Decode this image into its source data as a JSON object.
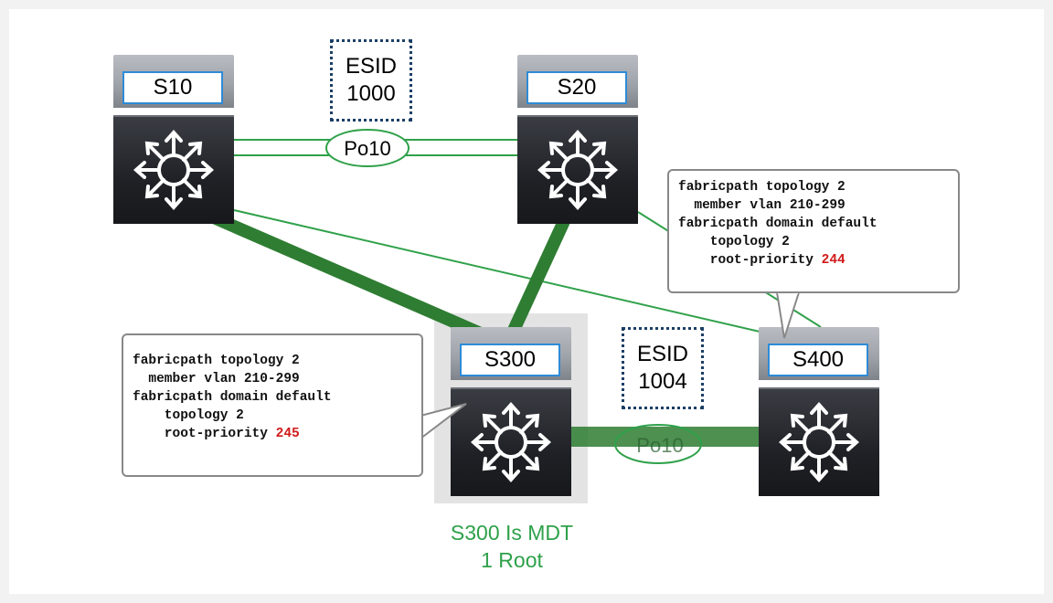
{
  "switches": {
    "s10": "S10",
    "s20": "S20",
    "s300": "S300",
    "s400": "S400"
  },
  "esid_top": {
    "line1": "ESID",
    "line2": "1000"
  },
  "esid_bottom": {
    "line1": "ESID",
    "line2": "1004"
  },
  "po_top": "Po10",
  "po_bottom": "Po10",
  "callout_right": {
    "l1": "fabricpath topology 2",
    "l2": "  member vlan 210-299",
    "l3": "fabricpath domain default",
    "l4": "    topology 2",
    "l5_prefix": "    root-priority ",
    "l5_value": "244"
  },
  "callout_left": {
    "l1": "fabricpath topology 2",
    "l2": "  member vlan 210-299",
    "l3": "fabricpath domain default",
    "l4": "    topology 2",
    "l5_prefix": "    root-priority ",
    "l5_value": "245"
  },
  "caption": {
    "line1": "S300 Is MDT",
    "line2": "1 Root"
  },
  "colors": {
    "link_green": "#2fa14a",
    "tree_green": "#2e7d32",
    "label_border": "#2e8bd6",
    "esid_border": "#1c3f66",
    "priority_red": "#d11c1c"
  }
}
